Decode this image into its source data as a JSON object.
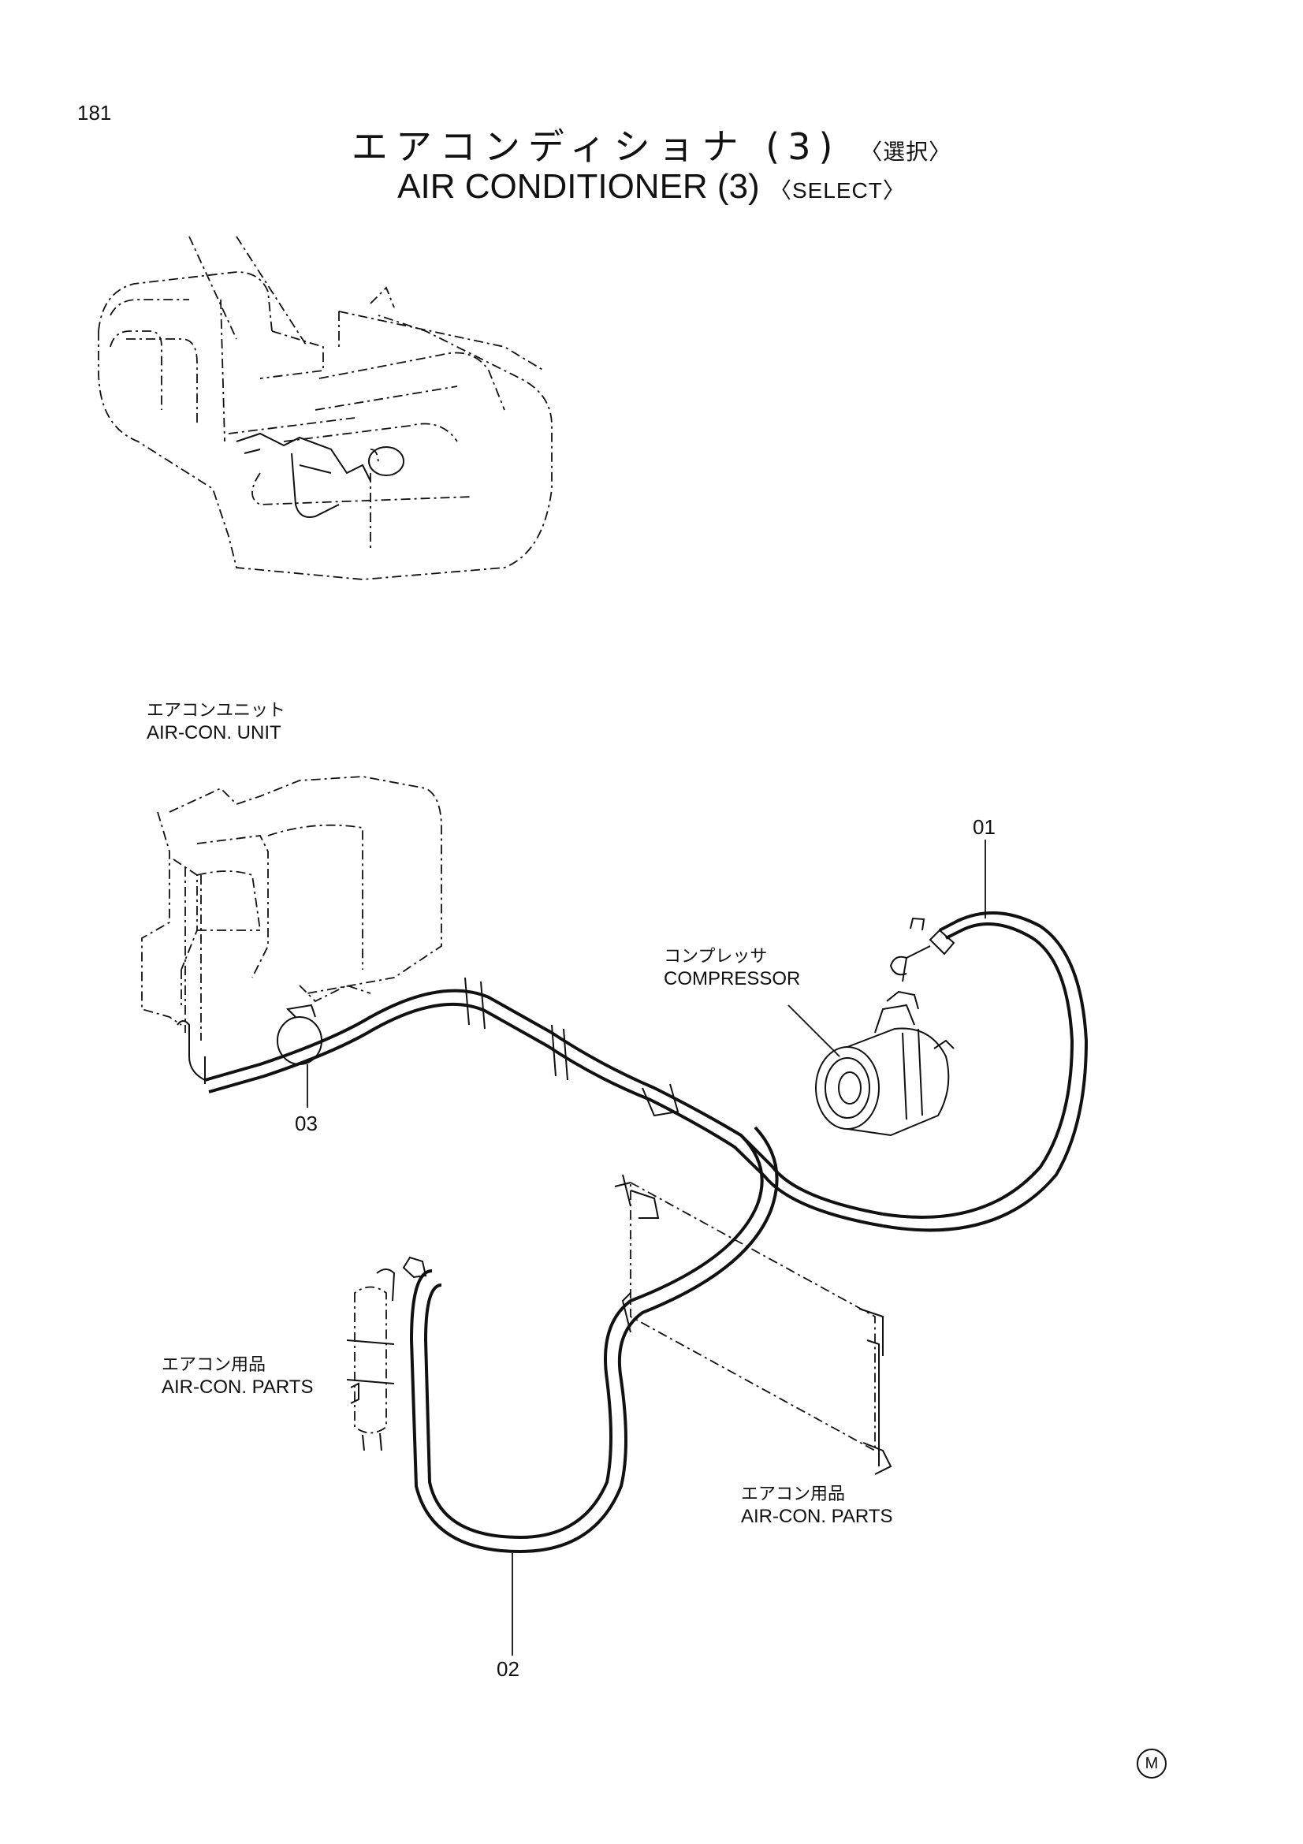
{
  "page_number": "181",
  "title": {
    "jp": "エアコンディショナ (3)",
    "jp_select": "〈選択〉",
    "en": "AIR CONDITIONER (3)",
    "en_select": "〈SELECT〉"
  },
  "labels": {
    "aircon_unit": {
      "jp": "エアコンユニット",
      "en": "AIR-CON. UNIT"
    },
    "compressor": {
      "jp": "コンプレッサ",
      "en": "COMPRESSOR"
    },
    "aircon_parts_left": {
      "jp": "エアコン用品",
      "en": "AIR-CON. PARTS"
    },
    "aircon_parts_right": {
      "jp": "エアコン用品",
      "en": "AIR-CON. PARTS"
    }
  },
  "part_numbers": [
    "01",
    "02",
    "03"
  ],
  "mark": "M"
}
